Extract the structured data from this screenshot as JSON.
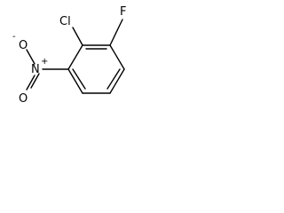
{
  "molecule": {
    "atoms": {
      "chlorine": "Cl",
      "fluorine": "F",
      "nitrogen": "N",
      "nitrogen_charge": "+",
      "oxygen_top": "O",
      "oxygen_top_charge": "-",
      "oxygen_bottom": "O"
    },
    "colors": {
      "bond": "#000000",
      "text": "#000000",
      "background": "#ffffff"
    }
  }
}
